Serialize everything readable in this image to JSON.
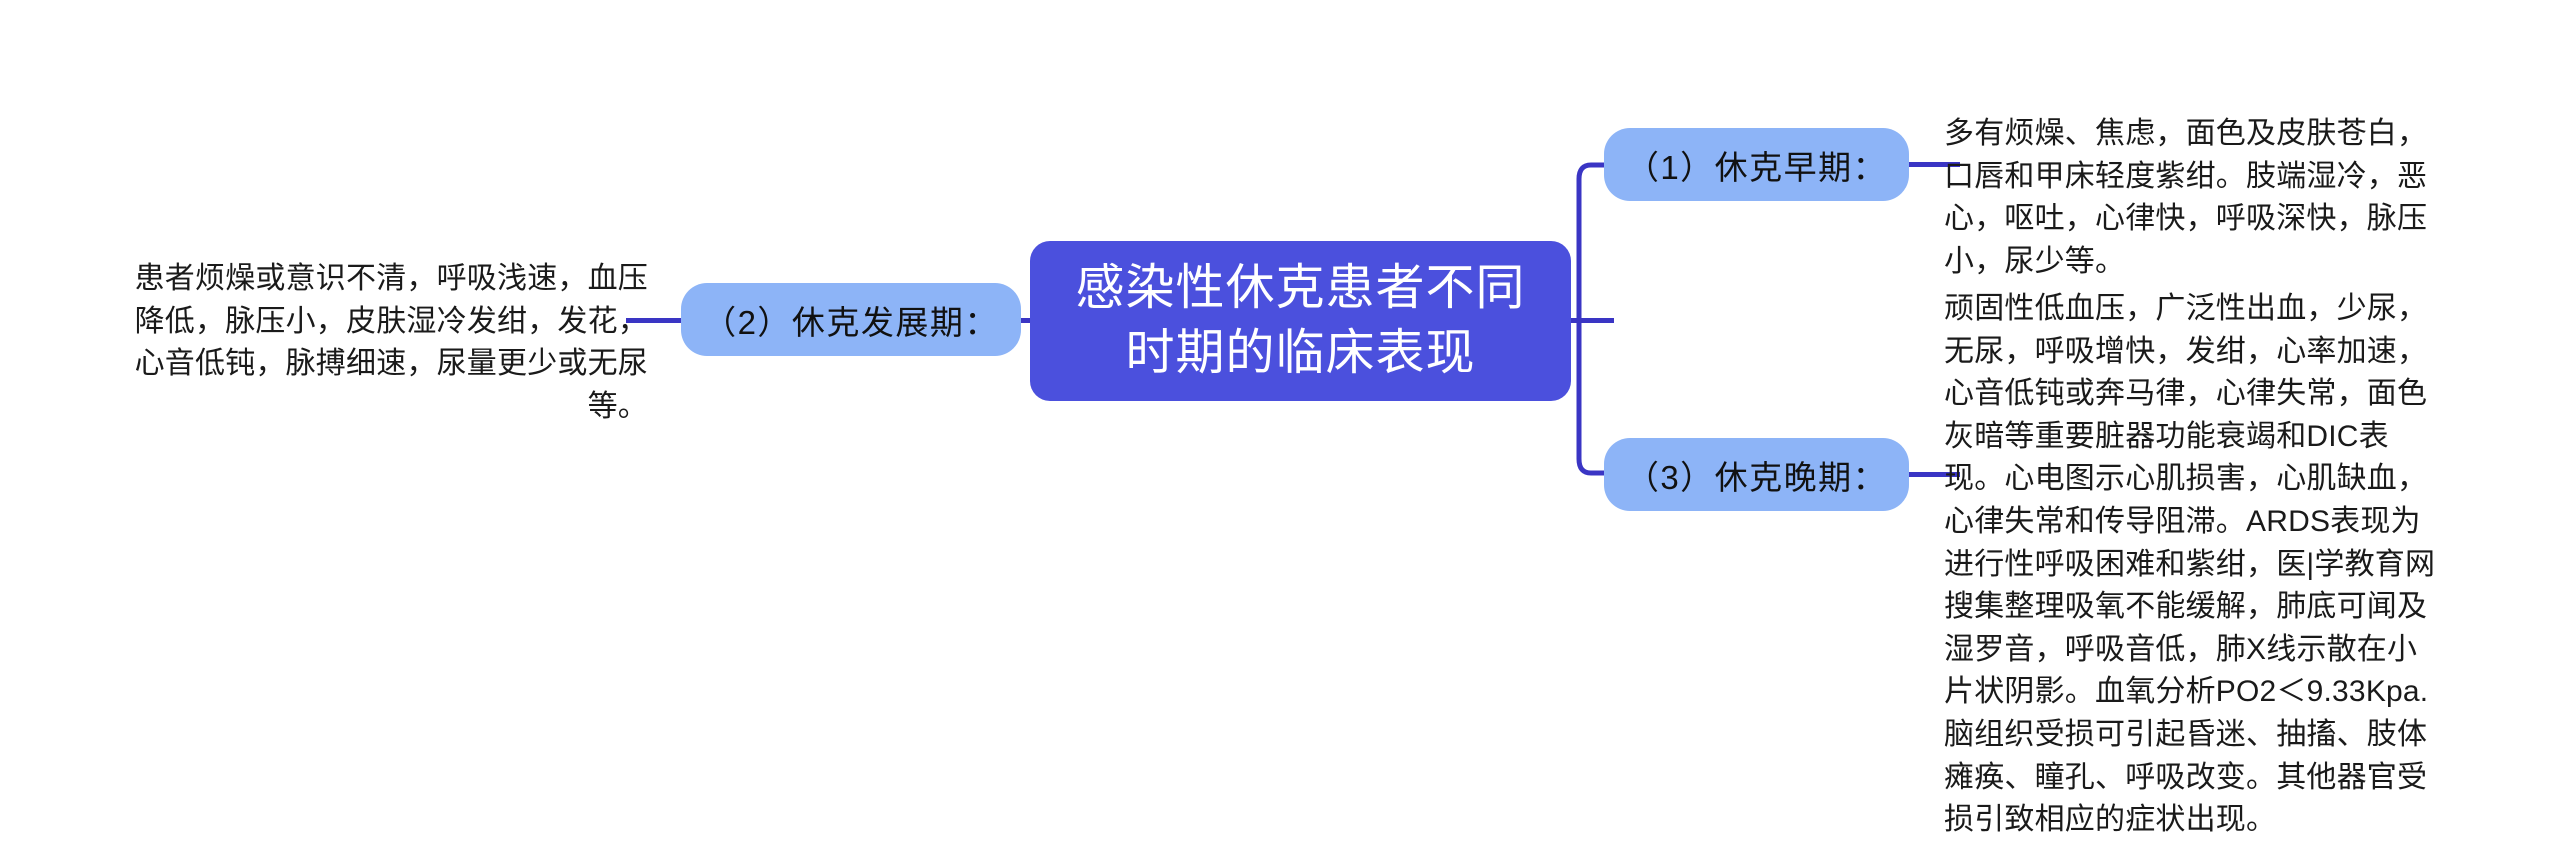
{
  "diagram": {
    "type": "mind-map",
    "title": "感染性休克患者不同时期的临床表现",
    "colors": {
      "root_fill": "#4B50DD",
      "root_text": "#FFFFFF",
      "branch_fill": "#8DB4F7",
      "branch_text": "#111111",
      "connector": "#3A35C4",
      "body_text": "#1A1A1A",
      "background": "#FFFFFF"
    },
    "root": {
      "label": "感染性休克患者不同时期的临床表现"
    },
    "branches": [
      {
        "id": "early",
        "label": "（1）休克早期：",
        "side": "right",
        "detail": "多有烦燥、焦虑，面色及皮肤苍白，口唇和甲床轻度紫绀。肢端湿冷，恶心，呕吐，心律快，呼吸深快，脉压小，尿少等。"
      },
      {
        "id": "developing",
        "label": "（2）休克发展期：",
        "side": "left",
        "detail": "患者烦燥或意识不清，呼吸浅速，血压降低，脉压小，皮肤湿冷发绀，发花，心音低钝，脉搏细速，尿量更少或无尿等。"
      },
      {
        "id": "late",
        "label": "（3）休克晚期：",
        "side": "right",
        "detail": "顽固性低血压，广泛性出血，少尿，无尿，呼吸增快，发绀，心率加速，心音低钝或奔马律，心律失常，面色灰暗等重要脏器功能衰竭和DIC表现。心电图示心肌损害，心肌缺血，心律失常和传导阻滞。ARDS表现为进行性呼吸困难和紫绀，医|学教育网搜集整理吸氧不能缓解，肺底可闻及湿罗音，呼吸音低，肺X线示散在小片状阴影。血氧分析PO2＜9.33Kpa.脑组织受损可引起昏迷、抽搐、肢体瘫痪、瞳孔、呼吸改变。其他器官受损引致相应的症状出现。"
      }
    ]
  }
}
